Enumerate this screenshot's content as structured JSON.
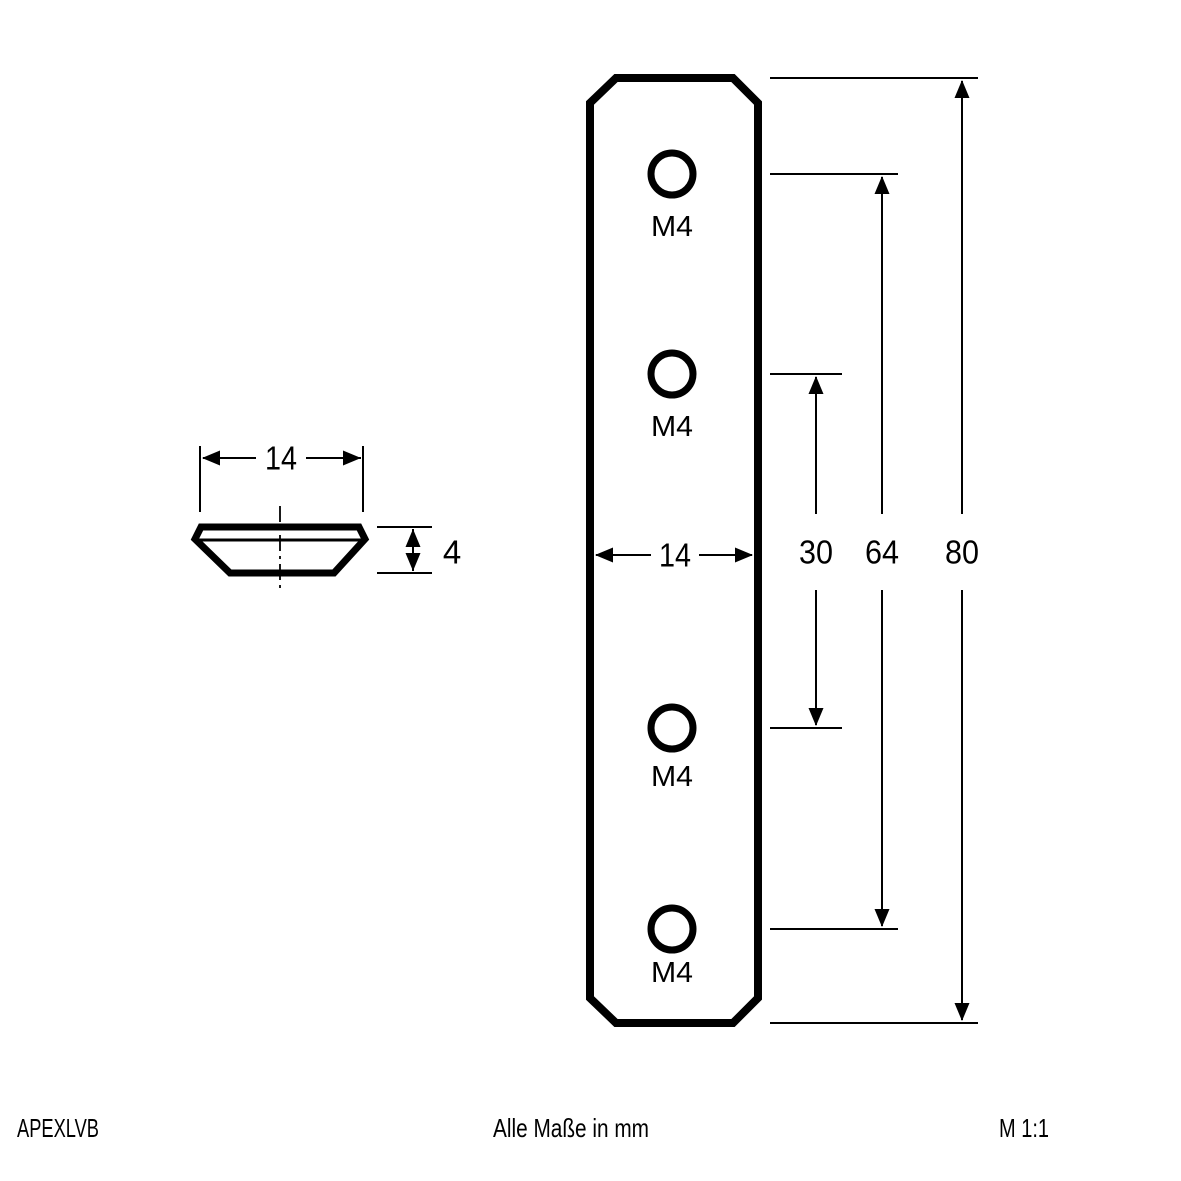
{
  "drawing": {
    "part_number": "APEXLVB",
    "units_note": "Alle Maße in mm",
    "scale_note": "M 1:1"
  },
  "side_view": {
    "width_dim": "14",
    "thickness_dim": "4"
  },
  "front_view": {
    "width_dim": "14",
    "hole_labels": [
      "M4",
      "M4",
      "M4",
      "M4"
    ],
    "inner_hole_spacing_dim": "30",
    "outer_hole_spacing_dim": "64",
    "total_length_dim": "80"
  },
  "colors": {
    "line": "#000000",
    "background": "#ffffff"
  }
}
